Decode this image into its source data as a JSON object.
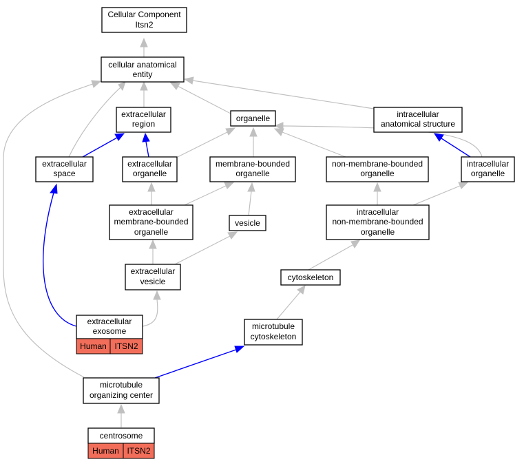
{
  "nodes": {
    "root": {
      "line1": "Cellular Component",
      "line2": "Itsn2"
    },
    "cae": {
      "line1": "cellular anatomical",
      "line2": "entity"
    },
    "exreg": {
      "line1": "extracellular",
      "line2": "region"
    },
    "organelle": {
      "line1": "organelle"
    },
    "ias": {
      "line1": "intracellular",
      "line2": "anatomical structure"
    },
    "exspace": {
      "line1": "extracellular",
      "line2": "space"
    },
    "exorg": {
      "line1": "extracellular",
      "line2": "organelle"
    },
    "mbo": {
      "line1": "membrane-bounded",
      "line2": "organelle"
    },
    "nmbo": {
      "line1": "non-membrane-bounded",
      "line2": "organelle"
    },
    "intorg": {
      "line1": "intracellular",
      "line2": "organelle"
    },
    "exmbo": {
      "line1": "extracellular",
      "line2": "membrane-bounded",
      "line3": "organelle"
    },
    "vesicle": {
      "line1": "vesicle"
    },
    "inmbo": {
      "line1": "intracellular",
      "line2": "non-membrane-bounded",
      "line3": "organelle"
    },
    "exves": {
      "line1": "extracellular",
      "line2": "vesicle"
    },
    "cytoskeleton": {
      "line1": "cytoskeleton"
    },
    "exosome": {
      "line1": "extracellular",
      "line2": "exosome",
      "species": "Human",
      "gene": "ITSN2"
    },
    "mtcyto": {
      "line1": "microtubule",
      "line2": "cytoskeleton"
    },
    "mtoc": {
      "line1": "microtubule",
      "line2": "organizing center"
    },
    "centrosome": {
      "line1": "centrosome",
      "species": "Human",
      "gene": "ITSN2"
    }
  },
  "colors": {
    "is_a_edge": "#c0c0c0",
    "part_of_edge": "#0000ff",
    "annotation_badge": "#f26e5a"
  }
}
